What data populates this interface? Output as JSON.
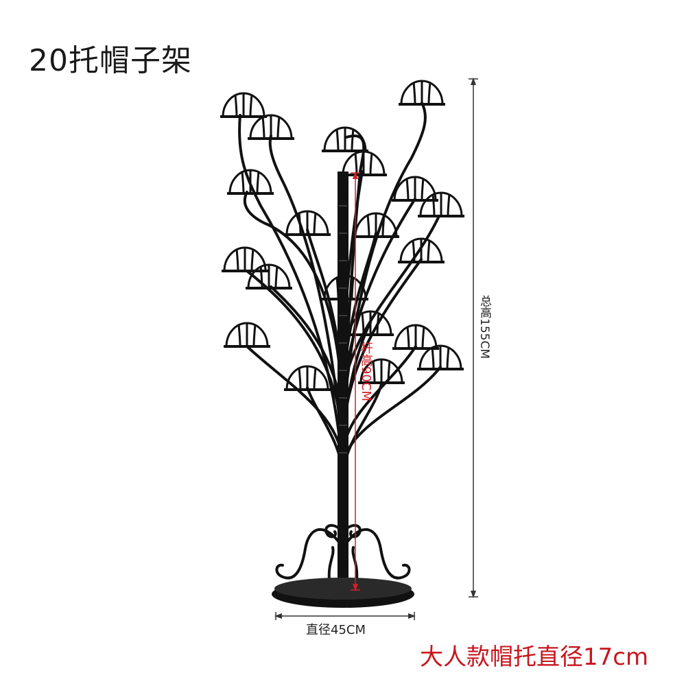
{
  "product": {
    "title": "20托帽子架",
    "total_height_label": "总高155CM",
    "pole_height_label": "杆高90CM",
    "base_diameter_label": "直径45CM",
    "cap_holder_note": "大人款帽托直径17cm"
  },
  "colors": {
    "frame": "#111111",
    "note_red": "#c8161d",
    "dimension_line": "#333333",
    "pole_dimension": "#d21f26"
  }
}
